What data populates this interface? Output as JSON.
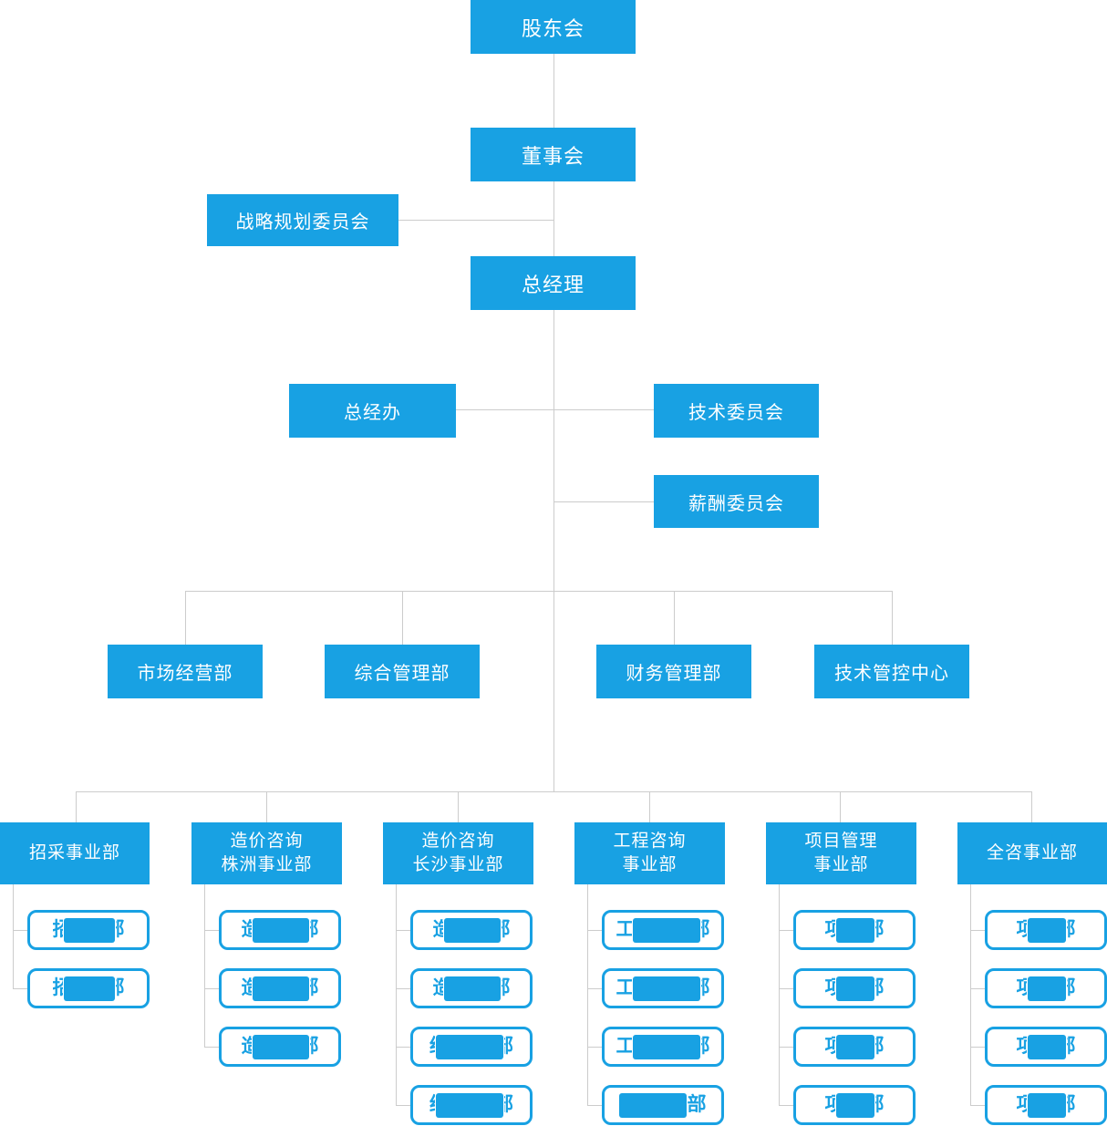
{
  "colors": {
    "primary_blue": "#18a1e3",
    "connector_gray": "#cccccc",
    "text_on_blue": "#ffffff",
    "sub_text_blue": "#18a1e3",
    "background": "#ffffff"
  },
  "nodes": {
    "shareholders": {
      "label": "股东会"
    },
    "board": {
      "label": "董事会"
    },
    "strategy_committee": {
      "label": "战略规划委员会"
    },
    "general_manager": {
      "label": "总经理"
    },
    "gm_office": {
      "label": "总经办"
    },
    "tech_committee": {
      "label": "技术委员会"
    },
    "compensation_committee": {
      "label": "薪酬委员会"
    },
    "dept_marketing": {
      "label": "市场经营部"
    },
    "dept_admin": {
      "label": "综合管理部"
    },
    "dept_finance": {
      "label": "财务管理部"
    },
    "dept_tech_control": {
      "label": "技术管控中心"
    }
  },
  "divisions": [
    {
      "id": "procurement",
      "lines": [
        "招采事业部"
      ],
      "subs": [
        {
          "left": "招",
          "right": "部",
          "masked": true
        },
        {
          "left": "招",
          "right": "部",
          "masked": true
        }
      ]
    },
    {
      "id": "cost-consulting-zhuzhou",
      "lines": [
        "造价咨询",
        "株洲事业部"
      ],
      "subs": [
        {
          "left": "造",
          "right": "部",
          "masked": true
        },
        {
          "left": "造",
          "right": "部",
          "masked": true
        },
        {
          "left": "造",
          "right": "部",
          "masked": true
        }
      ]
    },
    {
      "id": "cost-consulting-changsha",
      "lines": [
        "造价咨询",
        "长沙事业部"
      ],
      "subs": [
        {
          "left": "造",
          "right": "部",
          "masked": true
        },
        {
          "left": "造",
          "right": "部",
          "masked": true
        },
        {
          "left": "结",
          "right": "部",
          "masked": true
        },
        {
          "left": "结",
          "right": "部",
          "masked": true
        }
      ]
    },
    {
      "id": "engineering-consulting",
      "lines": [
        "工程咨询",
        "事业部"
      ],
      "subs": [
        {
          "left": "工",
          "right": "部",
          "masked": true
        },
        {
          "left": "工",
          "right": "部",
          "masked": true
        },
        {
          "left": "工",
          "right": "部",
          "masked": true
        },
        {
          "left": "",
          "right": "部",
          "masked": true
        }
      ]
    },
    {
      "id": "project-management",
      "lines": [
        "项目管理",
        "事业部"
      ],
      "subs": [
        {
          "left": "项",
          "right": "部",
          "masked": true
        },
        {
          "left": "项",
          "right": "部",
          "masked": true
        },
        {
          "left": "项",
          "right": "部",
          "masked": true
        },
        {
          "left": "项",
          "right": "部",
          "masked": true
        }
      ]
    },
    {
      "id": "full-consulting",
      "lines": [
        "全咨事业部"
      ],
      "subs": [
        {
          "left": "项",
          "right": "部",
          "masked": true
        },
        {
          "left": "项",
          "right": "部",
          "masked": true
        },
        {
          "left": "项",
          "right": "部",
          "masked": true
        },
        {
          "left": "项",
          "right": "部",
          "masked": true
        }
      ]
    }
  ]
}
